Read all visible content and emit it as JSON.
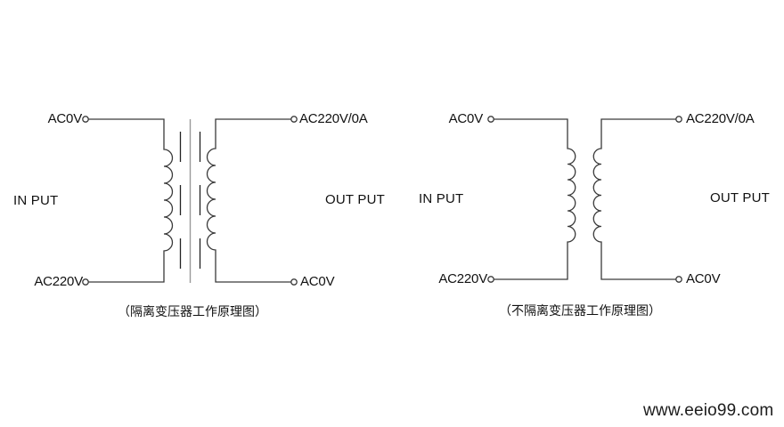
{
  "colors": {
    "background": "#ffffff",
    "wire": "#3a3a3a",
    "core_center_line": "#9a9a9a",
    "core_dash": "#222222",
    "text": "#111111"
  },
  "diagrams": [
    {
      "type": "isolated_transformer",
      "caption": "（隔离变压器工作原理图）",
      "input_label": "IN PUT",
      "output_label": "OUT PUT",
      "terminals": {
        "top_left": "AC0V",
        "bottom_left": "AC220V",
        "top_right": "AC220V/0A",
        "bottom_right": "AC0V"
      },
      "has_core": true
    },
    {
      "type": "non_isolated_transformer",
      "caption": "（不隔离变压器工作原理图）",
      "input_label": "IN PUT",
      "output_label": "OUT PUT",
      "terminals": {
        "top_left": "AC0V",
        "bottom_left": "AC220V",
        "top_right": "AC220V/0A",
        "bottom_right": "AC0V"
      },
      "has_core": false
    }
  ],
  "watermark": {
    "text": "www.eeio99.com"
  }
}
